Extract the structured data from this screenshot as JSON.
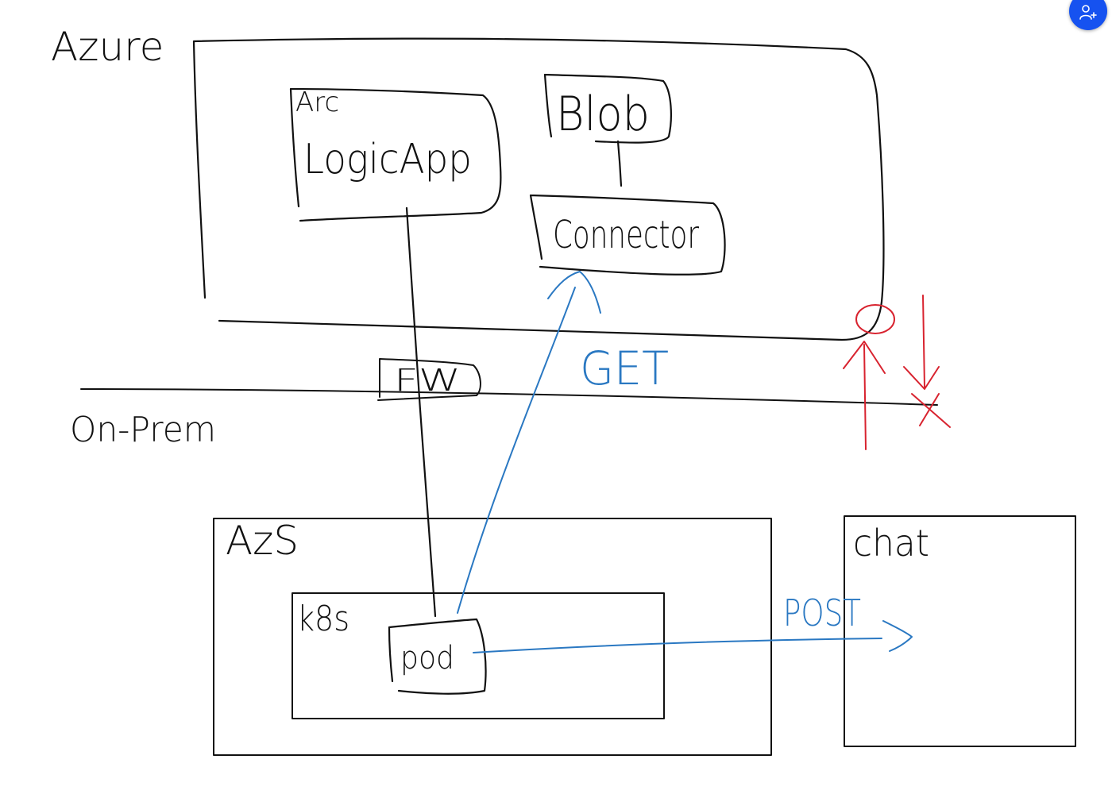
{
  "regions": {
    "azure": "Azure",
    "on_prem": "On-Prem"
  },
  "nodes": {
    "arc": "Arc",
    "logic_app": "LogicApp",
    "blob": "Blob",
    "connector": "Connector",
    "fw": "FW",
    "azs": "AzS",
    "k8s": "k8s",
    "pod": "pod",
    "chat": "chat"
  },
  "edges": {
    "get": "GET",
    "post": "POST"
  },
  "colors": {
    "ink": "#111111",
    "request_arrow": "#2a78c2",
    "direction_marks": "#d8232f",
    "share_button": "#1652f0"
  },
  "toolbar": {
    "share_icon": "person-add-icon"
  }
}
